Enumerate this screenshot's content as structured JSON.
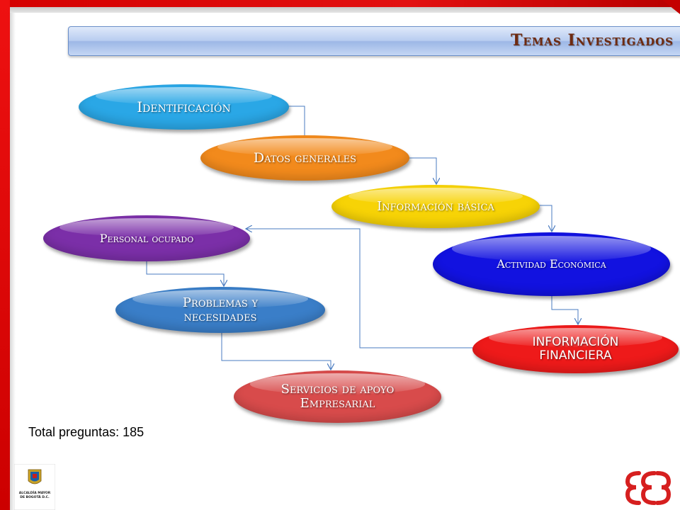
{
  "title": "Temas Investigados",
  "nodes": {
    "identificacion": "Identificación",
    "datos_generales": "Datos generales",
    "informacion_basica": "Información básica",
    "personal_ocupado": "Personal ocupado",
    "actividad_economica": "Actividad Económica",
    "problemas_necesidades": "Problemas y necesidades",
    "informacion_financiera": "INFORMACIÓN FINANCIERA",
    "servicios_apoyo": "Servicios de apoyo Empresarial"
  },
  "total_preguntas": "Total preguntas: 185",
  "footer": {
    "left_logo": "ALCALDÍA MAYOR DE BOGOTÁ D.C.",
    "right_logo": "Cámara de Comercio de Bogotá"
  },
  "colors": {
    "identificacion": "#2aa7e6",
    "datos_generales": "#f28a1c",
    "informacion_basica": "#f7d306",
    "personal_ocupado": "#7b2fa8",
    "actividad_economica": "#1212e0",
    "problemas_necesidades": "#3a7ec8",
    "informacion_financiera": "#ee1a1a",
    "servicios_apoyo": "#d84b4b",
    "connector": "#4a7bc0",
    "accent_red": "#d40000"
  }
}
